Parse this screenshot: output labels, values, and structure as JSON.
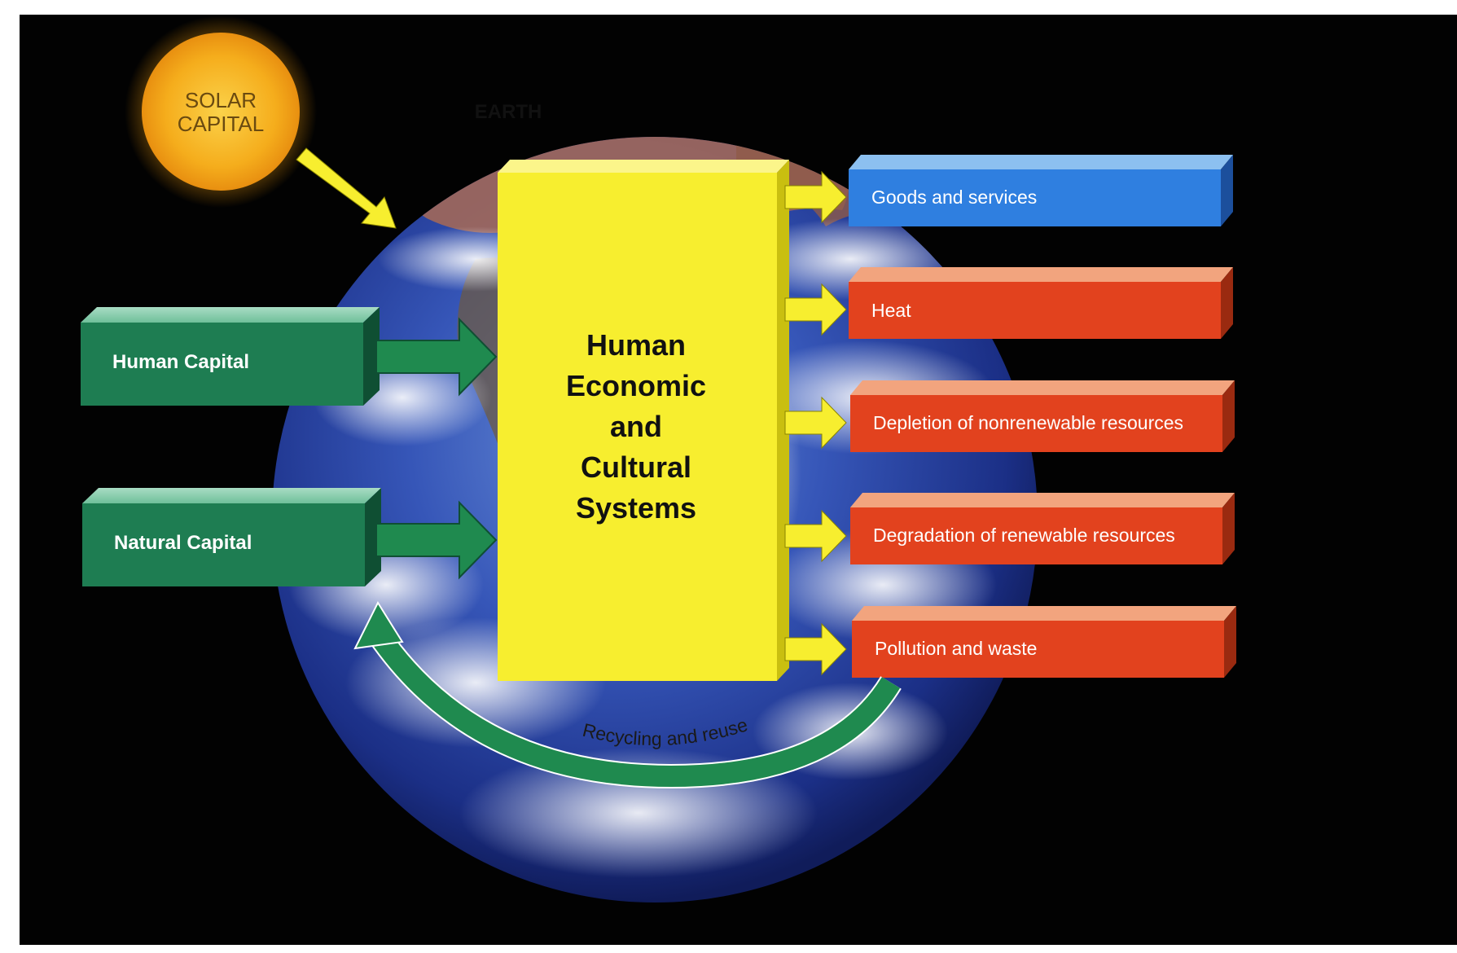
{
  "solar": {
    "label_line1": "SOLAR",
    "label_line2": "CAPITAL"
  },
  "earth": {
    "label": "EARTH"
  },
  "inputs": [
    {
      "label": "Human Capital"
    },
    {
      "label": "Natural Capital"
    }
  ],
  "center": {
    "lines": [
      "Human",
      "Economic",
      "and",
      "Cultural",
      "Systems"
    ]
  },
  "outputs": [
    {
      "label": "Goods and services",
      "color": "#2f7fe0"
    },
    {
      "label": "Heat",
      "color": "#e2421e"
    },
    {
      "label": "Depletion of nonrenewable resources",
      "color": "#e2421e"
    },
    {
      "label": "Degradation of renewable resources",
      "color": "#e2421e"
    },
    {
      "label": "Pollution and waste",
      "color": "#e2421e"
    }
  ],
  "recycling": {
    "label": "Recycling and reuse"
  },
  "colors": {
    "green_box": "#1e7d52",
    "green_arrow": "#1f8a4f",
    "yellow": "#f7ee2f",
    "sun": "#f6b21c",
    "ocean": "#1f3fa0"
  }
}
